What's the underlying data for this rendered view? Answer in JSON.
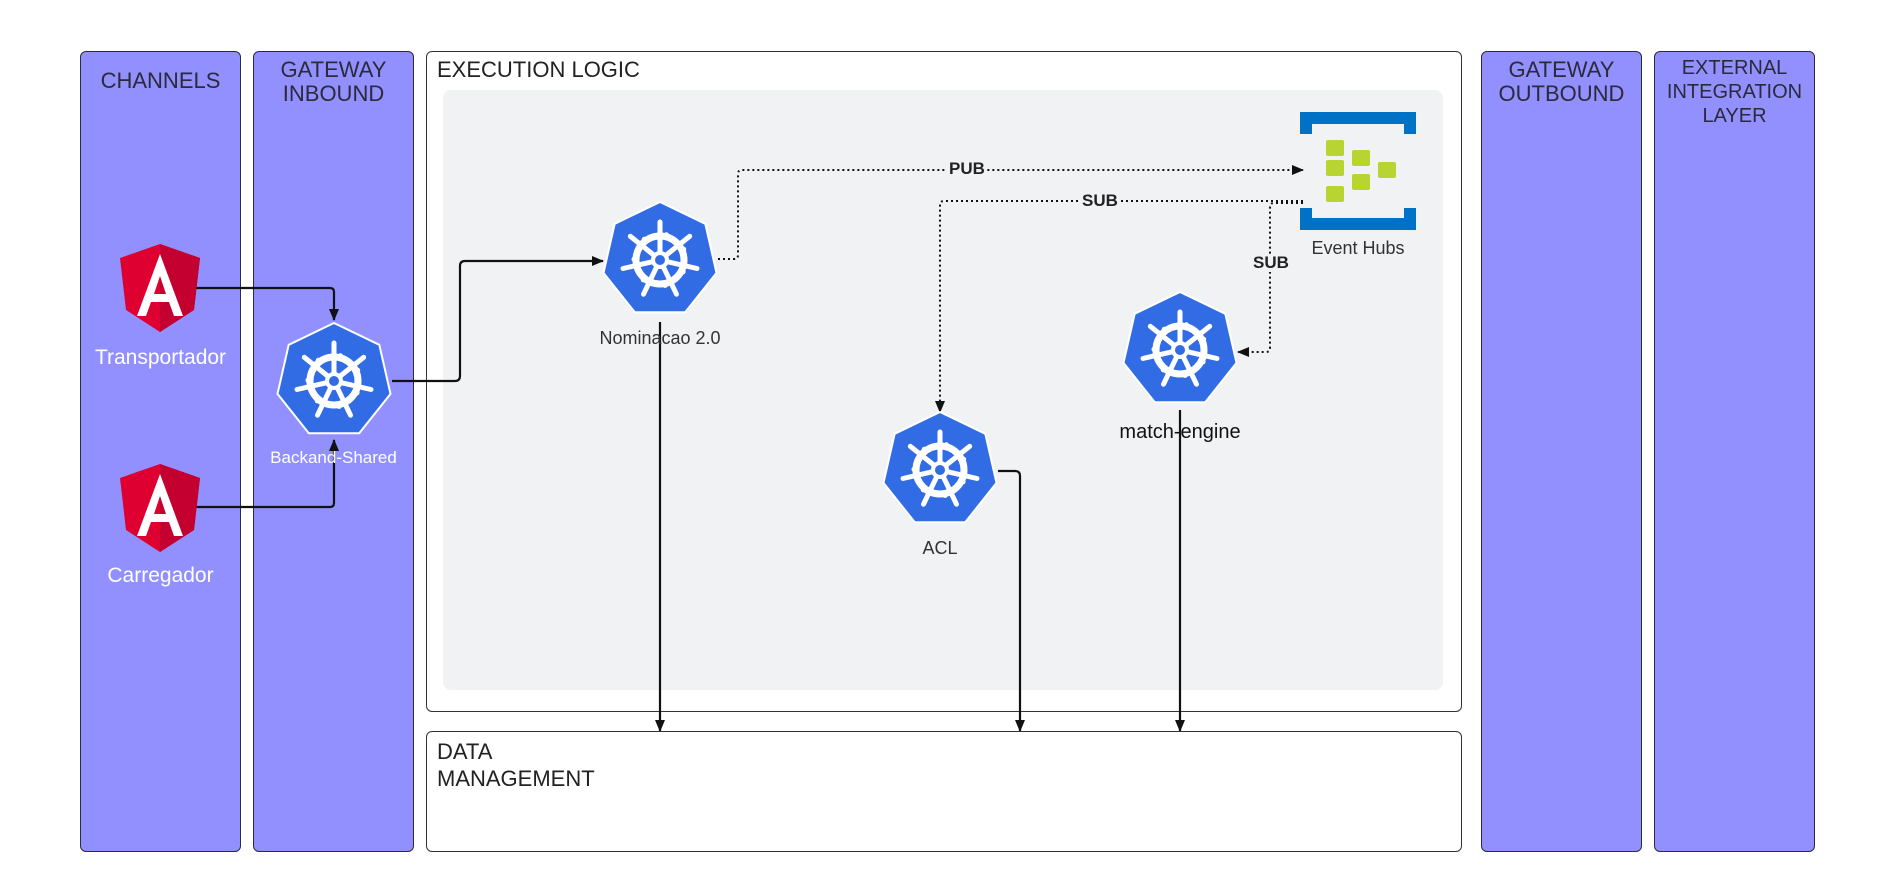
{
  "lanes": {
    "channels": "CHANNELS",
    "gateway_inbound": "GATEWAY\nINBOUND",
    "execution_logic": "EXECUTION LOGIC",
    "data_management": "DATA\nMANAGEMENT",
    "gateway_outbound": "GATEWAY\nOUTBOUND",
    "external_integration": "EXTERNAL\nINTEGRATION\nLAYER"
  },
  "nodes": {
    "transportador": "Transportador",
    "carregador": "Carregador",
    "backend_shared": "Backand-Shared",
    "nominacao": "Nominacao 2.0",
    "acl": "ACL",
    "match_engine": "match-engine",
    "event_hubs": "Event Hubs"
  },
  "edges": {
    "pub": "PUB",
    "sub_acl": "SUB",
    "sub_match": "SUB"
  },
  "colors": {
    "lane_fill": "#9190fe",
    "k8s_blue": "#326ce5",
    "angular_red": "#dd0031",
    "event_hubs_blue": "#0072c6",
    "event_hubs_green": "#b8d432"
  }
}
